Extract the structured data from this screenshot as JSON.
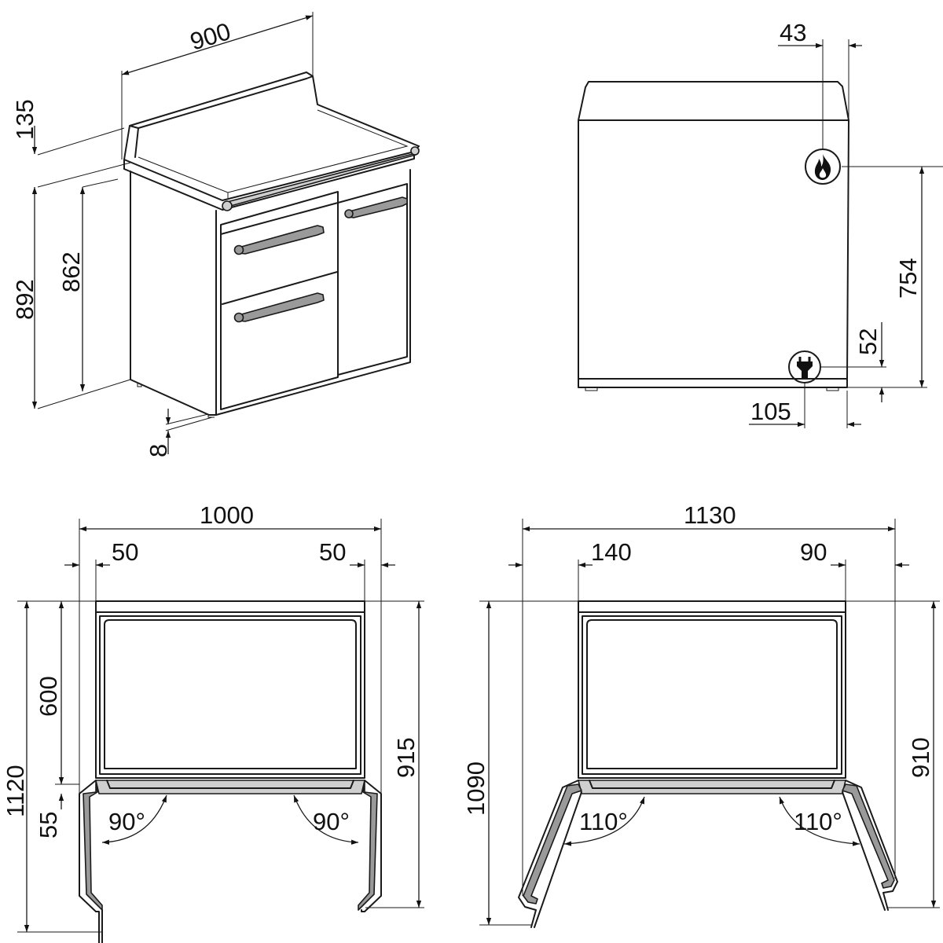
{
  "isometric_view": {
    "width": "900",
    "backsplash_height": "135",
    "total_height": "892",
    "worktop_height": "862",
    "foot_height": "8"
  },
  "side_view": {
    "gas_inlet_offset": "43",
    "gas_inlet_height": "754",
    "socket_height": "52",
    "socket_offset": "105",
    "gas_icon": "flame-icon",
    "socket_icon": "plug-icon"
  },
  "top_view_left": {
    "total_width": "1000",
    "left_clearance": "50",
    "right_clearance": "50",
    "total_depth": "1120",
    "body_depth": "600",
    "door_offset": "55",
    "depth_with_door": "915",
    "left_door_angle": "90°",
    "right_door_angle": "90°"
  },
  "top_view_right": {
    "total_width": "1130",
    "left_clearance": "140",
    "right_clearance": "90",
    "total_depth": "1090",
    "depth_with_door": "910",
    "left_door_angle": "110°",
    "right_door_angle": "110°"
  }
}
